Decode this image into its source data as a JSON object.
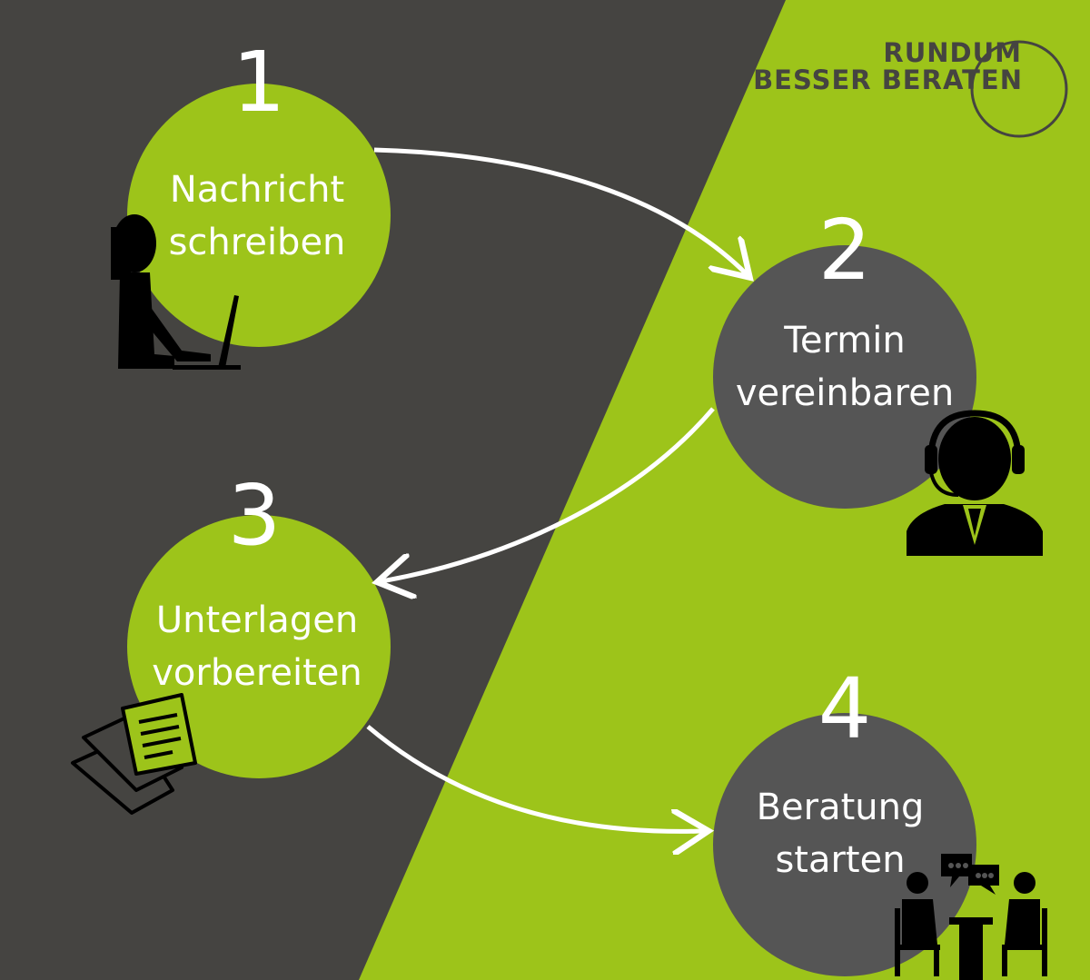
{
  "logo": {
    "line1": "RUNDUM",
    "line2": "BESSER BERATEN"
  },
  "colors": {
    "dark": "#454441",
    "green": "#9dc41a",
    "grey": "#555555",
    "white": "#ffffff"
  },
  "steps": [
    {
      "number": "1",
      "line1": "Nachricht",
      "line2": "schreiben",
      "icon": "woman-laptop-icon"
    },
    {
      "number": "2",
      "line1": "Termin",
      "line2": "vereinbaren",
      "icon": "headset-agent-icon"
    },
    {
      "number": "3",
      "line1": "Unterlagen",
      "line2": "vorbereiten",
      "icon": "documents-icon"
    },
    {
      "number": "4",
      "line1": "Beratung",
      "line2": "starten",
      "icon": "meeting-icon"
    }
  ]
}
